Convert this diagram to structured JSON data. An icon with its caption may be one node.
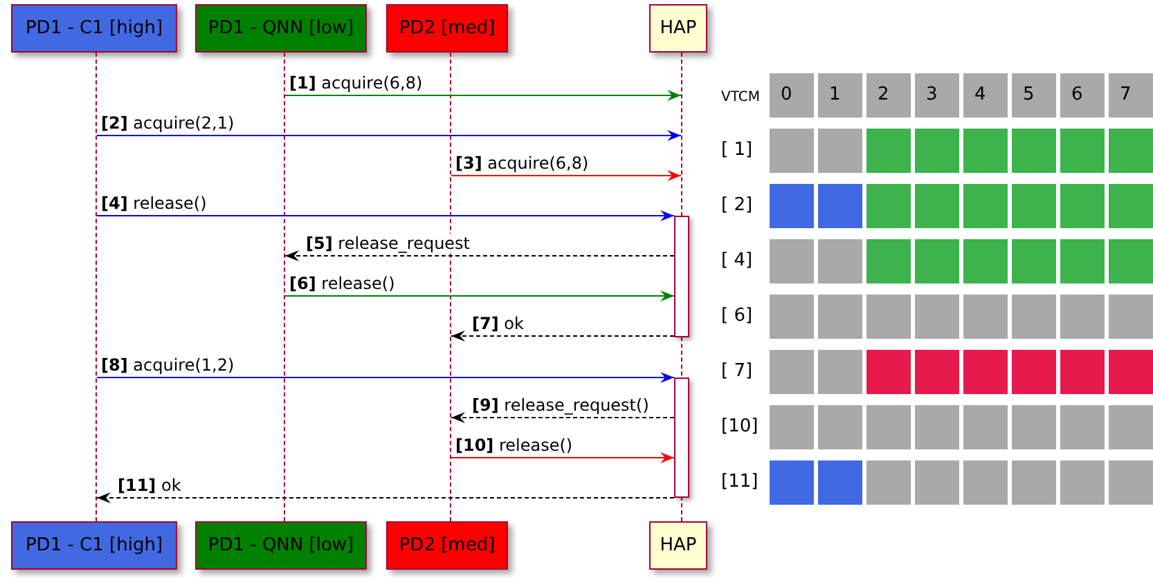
{
  "diagram": {
    "nodes": [
      {
        "text": [
          "PD1 - C1 [high]"
        ]
      },
      {
        "text": [
          "PD1 - QNN [low]"
        ]
      },
      {
        "text": [
          "PD2 [med]"
        ]
      },
      {
        "text": [
          "HAP"
        ]
      },
      {
        "text": [],
        "shape": "line"
      },
      {
        "text": [],
        "shape": "line"
      },
      {
        "text": [],
        "shape": "line"
      },
      {
        "text": [],
        "shape": "line"
      },
      {
        "text": [],
        "shape": "bar"
      },
      {
        "text": [],
        "shape": "bar"
      },
      {
        "text": [
          "PD1 - C1 [high]"
        ]
      },
      {
        "text": [
          "PD1 - QNN [low]"
        ]
      },
      {
        "text": [
          "PD2 [med]"
        ]
      },
      {
        "text": [
          "HAP"
        ]
      }
    ],
    "edges": [
      {
        "from": 5,
        "to": 7,
        "arrow": "to",
        "label": "**[1]** acquire(6,8)",
        "color": "#008000"
      },
      {
        "from": 4,
        "to": 7,
        "arrow": "to",
        "label": "**[2]** acquire(2,1)",
        "color": "#0000ff"
      },
      {
        "from": 6,
        "to": 7,
        "arrow": "to",
        "label": "**[3]** acquire(6,8)",
        "color": "#ff0000"
      },
      {
        "from": 4,
        "to": 8,
        "arrow": "to",
        "label": "**[4]** release()",
        "color": "#0000ff"
      },
      {
        "from": 8,
        "to": 5,
        "arrow": "to",
        "label": "**[5]** release_request",
        "style": "dashed"
      },
      {
        "from": 5,
        "to": 8,
        "arrow": "to",
        "label": "**[6]** release()",
        "color": "#008000"
      },
      {
        "from": 8,
        "to": 6,
        "arrow": "to",
        "label": "**[7]** ok",
        "style": "dashed"
      },
      {
        "from": 4,
        "to": 9,
        "arrow": "to",
        "label": "**[8]** acquire(1,2)",
        "color": "#0000ff"
      },
      {
        "from": 9,
        "to": 6,
        "arrow": "to",
        "label": "**[9]** release_request()",
        "style": "dashed"
      },
      {
        "from": 6,
        "to": 9,
        "arrow": "to",
        "label": "**[10]** release()",
        "color": "#ff0000"
      },
      {
        "from": 9,
        "to": 4,
        "arrow": "to",
        "label": "**[11]** ok",
        "style": "dashed"
      }
    ],
    "labels": [
      "VTCM",
      "0",
      "1",
      "2",
      "3",
      "4",
      "5",
      "6",
      "7",
      "[ 1]",
      "[ 2]",
      "[ 4]",
      "[ 6]",
      "[ 7]",
      "[10]",
      "[11]"
    ]
  }
}
